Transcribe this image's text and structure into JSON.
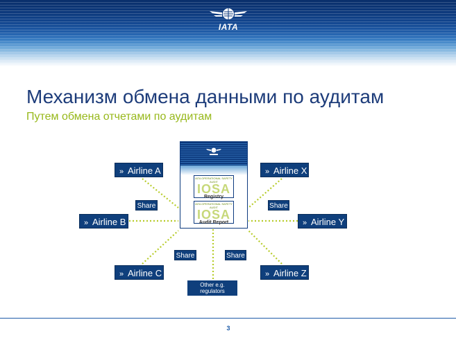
{
  "header": {
    "logo_text": "IATA"
  },
  "title": "Механизм обмена данными по аудитам",
  "subtitle": "Путем обмена отчетами по аудитам",
  "hub": {
    "registry_label": "Registry",
    "report_label": "Audit Report",
    "iosa_text": "IOSA",
    "iosa_small": "IATA OPERATIONAL SAFETY AUDIT"
  },
  "airlines": {
    "a": "Airline A",
    "b": "Airline B",
    "c": "Airline C",
    "x": "Airline X",
    "y": "Airline Y",
    "z": "Airline Z"
  },
  "share_label": "Share",
  "other": {
    "line1": "Other e.g.",
    "line2": "regulators"
  },
  "page_number": "3",
  "colors": {
    "navy": "#0f3f7c",
    "accent_green": "#97b81a",
    "title_blue": "#1d3c7a",
    "dotted": "#b7cc2a"
  }
}
